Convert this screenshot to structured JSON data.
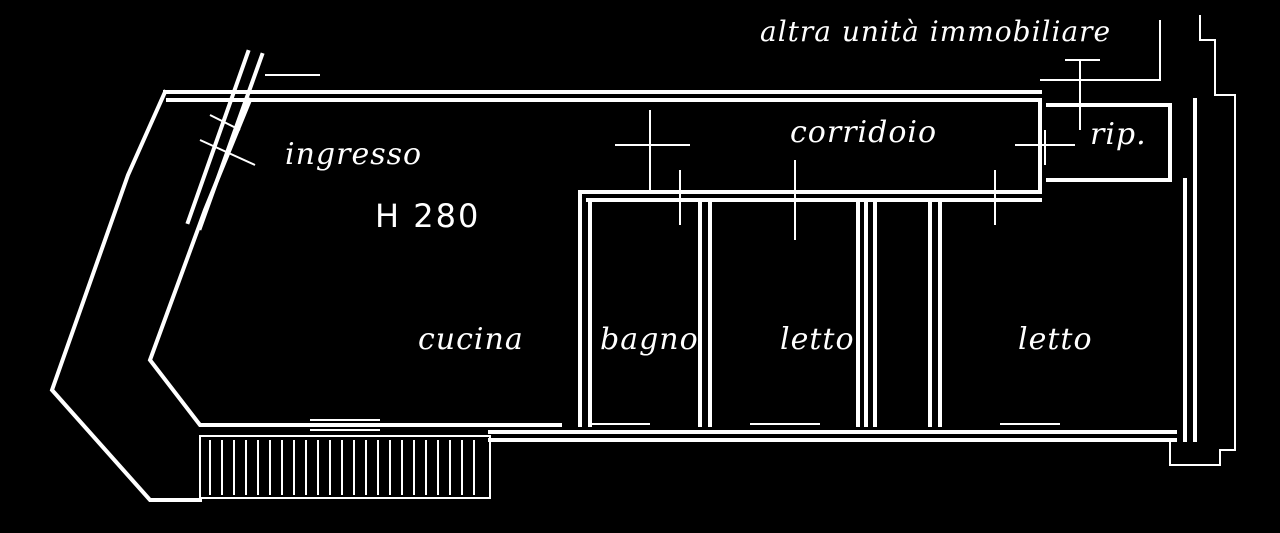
{
  "plan": {
    "note": "altra unità immobiliare",
    "height_marker": "H 280",
    "rooms": {
      "ingresso": "ingresso",
      "corridoio": "corridoio",
      "ripostiglio": "rip.",
      "cucina": "cucina",
      "bagno": "bagno",
      "letto_1": "letto",
      "letto_2": "letto"
    }
  },
  "colors": {
    "background": "#000000",
    "lines": "#ffffff"
  }
}
